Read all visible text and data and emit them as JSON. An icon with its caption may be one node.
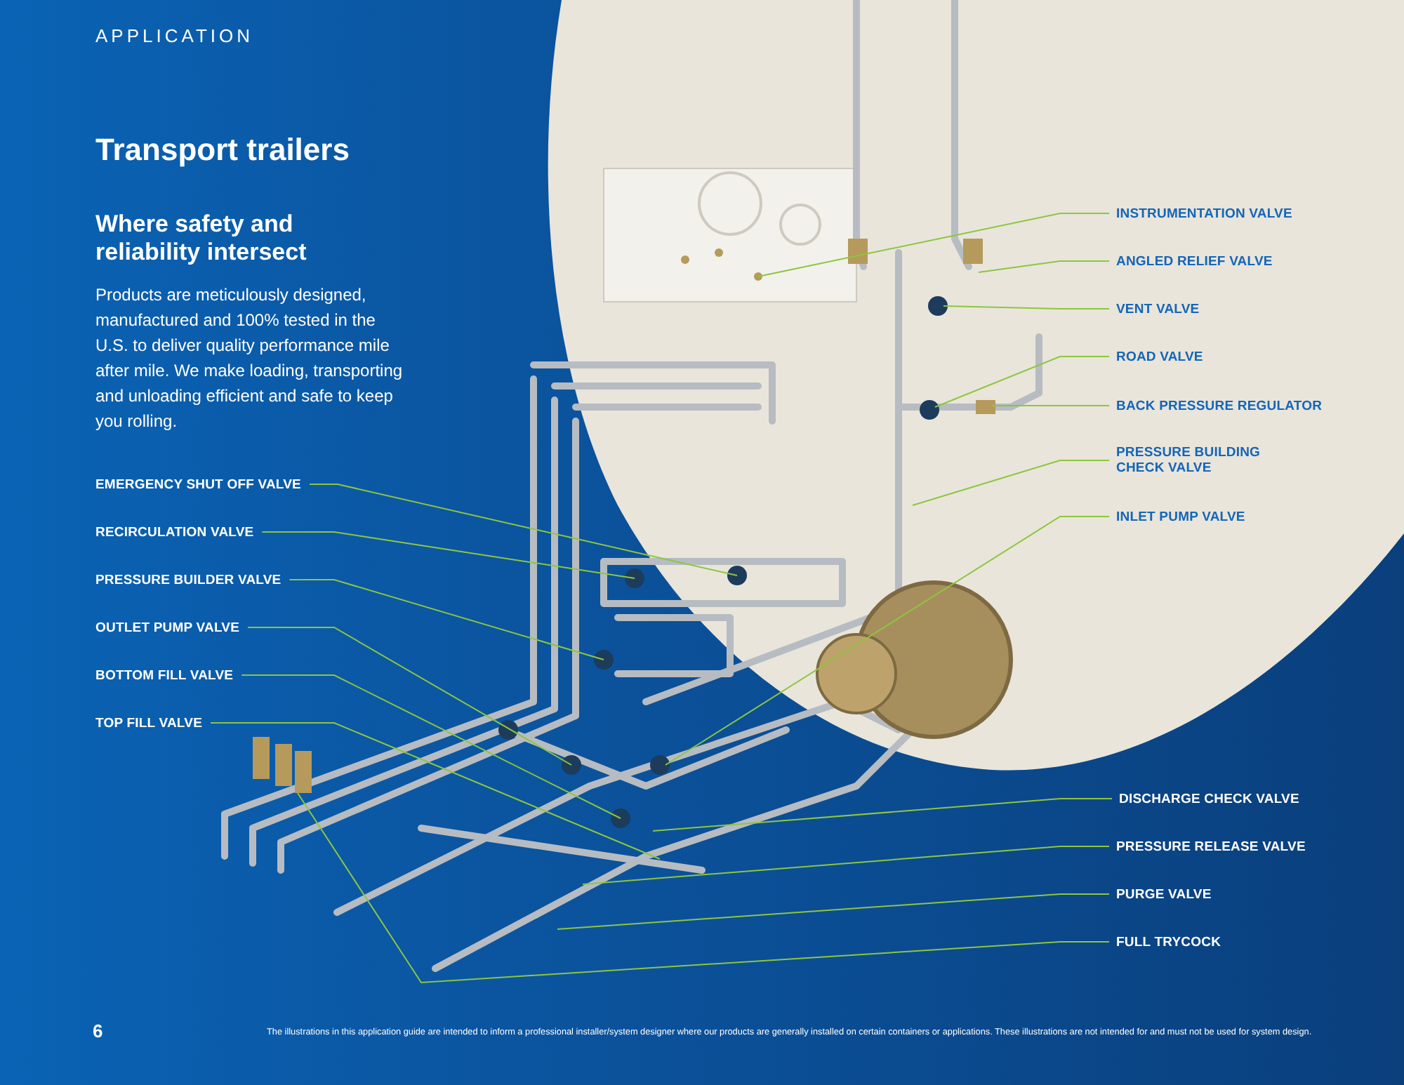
{
  "diagram": {
    "title": "Transport trailers",
    "nodes": [
      {
        "text": [
          "EMERGENCY SHUT OFF VALVE"
        ]
      },
      {
        "text": [
          "RECIRCULATION VALVE"
        ]
      },
      {
        "text": [
          "PRESSURE BUILDER VALVE"
        ]
      },
      {
        "text": [
          "OUTLET PUMP VALVE"
        ]
      },
      {
        "text": [
          "BOTTOM FILL VALVE"
        ]
      },
      {
        "text": [
          "TOP FILL VALVE"
        ]
      },
      {
        "text": [
          "INSTRUMENTATION VALVE"
        ]
      },
      {
        "text": [
          "ANGLED RELIEF VALVE"
        ]
      },
      {
        "text": [
          "VENT VALVE"
        ]
      },
      {
        "text": [
          "ROAD VALVE"
        ]
      },
      {
        "text": [
          "BACK PRESSURE REGULATOR"
        ]
      },
      {
        "text": [
          "PRESSURE BUILDING CHECK VALVE"
        ]
      },
      {
        "text": [
          "INLET PUMP VALVE"
        ]
      },
      {
        "text": [
          "DISCHARGE CHECK VALVE"
        ]
      },
      {
        "text": [
          "PRESSURE RELEASE VALVE"
        ]
      },
      {
        "text": [
          "PURGE VALVE"
        ]
      },
      {
        "text": [
          "FULL TRYCOCK"
        ]
      }
    ],
    "edges": [
      {
        "from": 0,
        "to": null,
        "arrow": "none"
      },
      {
        "from": 1,
        "to": null,
        "arrow": "none"
      },
      {
        "from": 2,
        "to": null,
        "arrow": "none"
      },
      {
        "from": 3,
        "to": null,
        "arrow": "none"
      },
      {
        "from": 4,
        "to": null,
        "arrow": "none"
      },
      {
        "from": 5,
        "to": null,
        "arrow": "none"
      },
      {
        "from": 6,
        "to": null,
        "arrow": "none"
      },
      {
        "from": 7,
        "to": null,
        "arrow": "none"
      },
      {
        "from": 8,
        "to": null,
        "arrow": "none"
      },
      {
        "from": 9,
        "to": null,
        "arrow": "none"
      },
      {
        "from": 10,
        "to": null,
        "arrow": "none"
      },
      {
        "from": 11,
        "to": null,
        "arrow": "none"
      },
      {
        "from": 12,
        "to": null,
        "arrow": "none"
      },
      {
        "from": 13,
        "to": null,
        "arrow": "none"
      },
      {
        "from": 14,
        "to": null,
        "arrow": "none"
      },
      {
        "from": 15,
        "to": null,
        "arrow": "none"
      },
      {
        "from": 16,
        "to": null,
        "arrow": "none"
      }
    ],
    "labels": [
      "APPLICATION",
      "Where safety and reliability intersect",
      "Products are meticulously designed, manufactured and 100% tested in the U.S. to deliver quality performance mile after mile. We make loading, transporting and unloading efficient and safe to keep you rolling.",
      "6",
      "The illustrations in this application guide are intended to inform a professional installer/system designer where our products are generally installed on certain containers or applications. These illustrations are not intended for and must not be used for system design."
    ]
  }
}
